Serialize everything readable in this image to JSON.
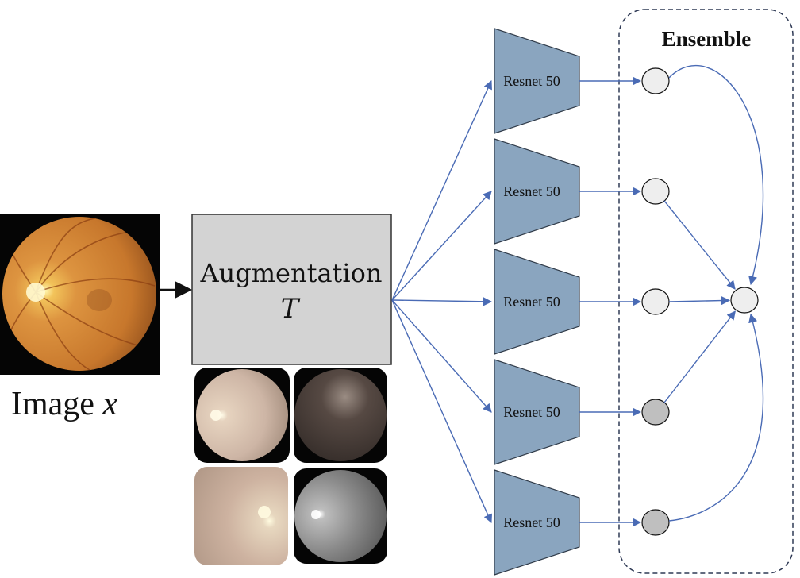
{
  "input": {
    "label": "Image",
    "variable": "x"
  },
  "augmentation": {
    "title": "Augmentation",
    "variable": "T"
  },
  "networks": [
    {
      "label": "Resnet 50",
      "output_color": "#eeeeee"
    },
    {
      "label": "Resnet 50",
      "output_color": "#eeeeee"
    },
    {
      "label": "Resnet 50",
      "output_color": "#eeeeee"
    },
    {
      "label": "Resnet 50",
      "output_color": "#bfbfbf"
    },
    {
      "label": "Resnet 50",
      "output_color": "#bfbfbf"
    }
  ],
  "ensemble": {
    "title": "Ensemble",
    "output_color": "#eeeeee"
  },
  "colors": {
    "network_fill": "#8aa5bf",
    "network_stroke": "#2f3a48",
    "arrow": "#4a6bb5",
    "aug_box_fill": "#d3d3d3"
  }
}
